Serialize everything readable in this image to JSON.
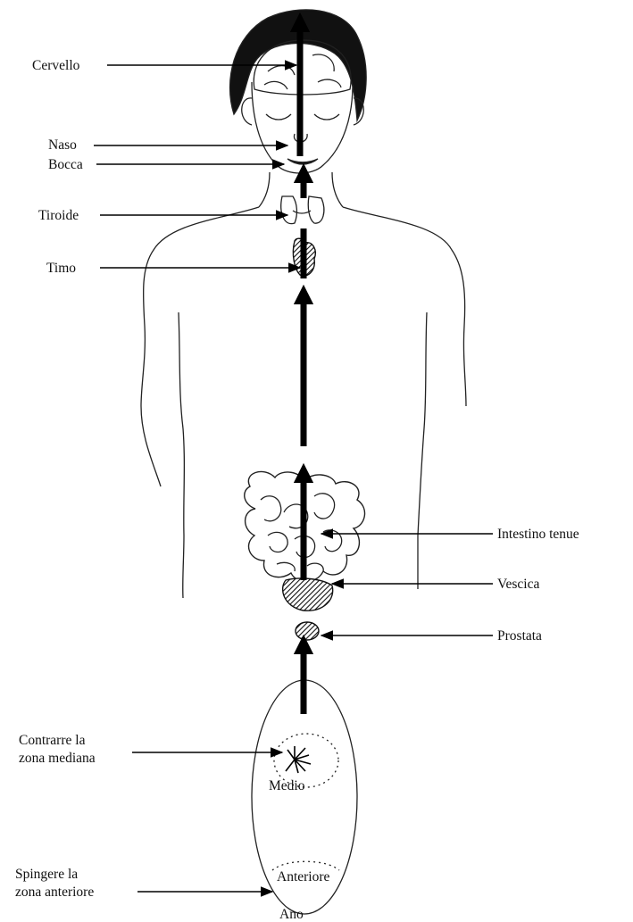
{
  "labels": {
    "cervello": "Cervello",
    "naso": "Naso",
    "bocca": "Bocca",
    "tiroide": "Tiroide",
    "timo": "Timo",
    "intestino": "Intestino tenue",
    "vescica": "Vescica",
    "prostata": "Prostata",
    "contrarre_1": "Contrarre la",
    "contrarre_2": "zona mediana",
    "spingere_1": "Spingere la",
    "spingere_2": "zona anteriore",
    "medio": "Medio",
    "anteriore": "Anteriore",
    "ano": "Ano"
  },
  "colors": {
    "ink": "#000000",
    "paper": "#ffffff"
  }
}
